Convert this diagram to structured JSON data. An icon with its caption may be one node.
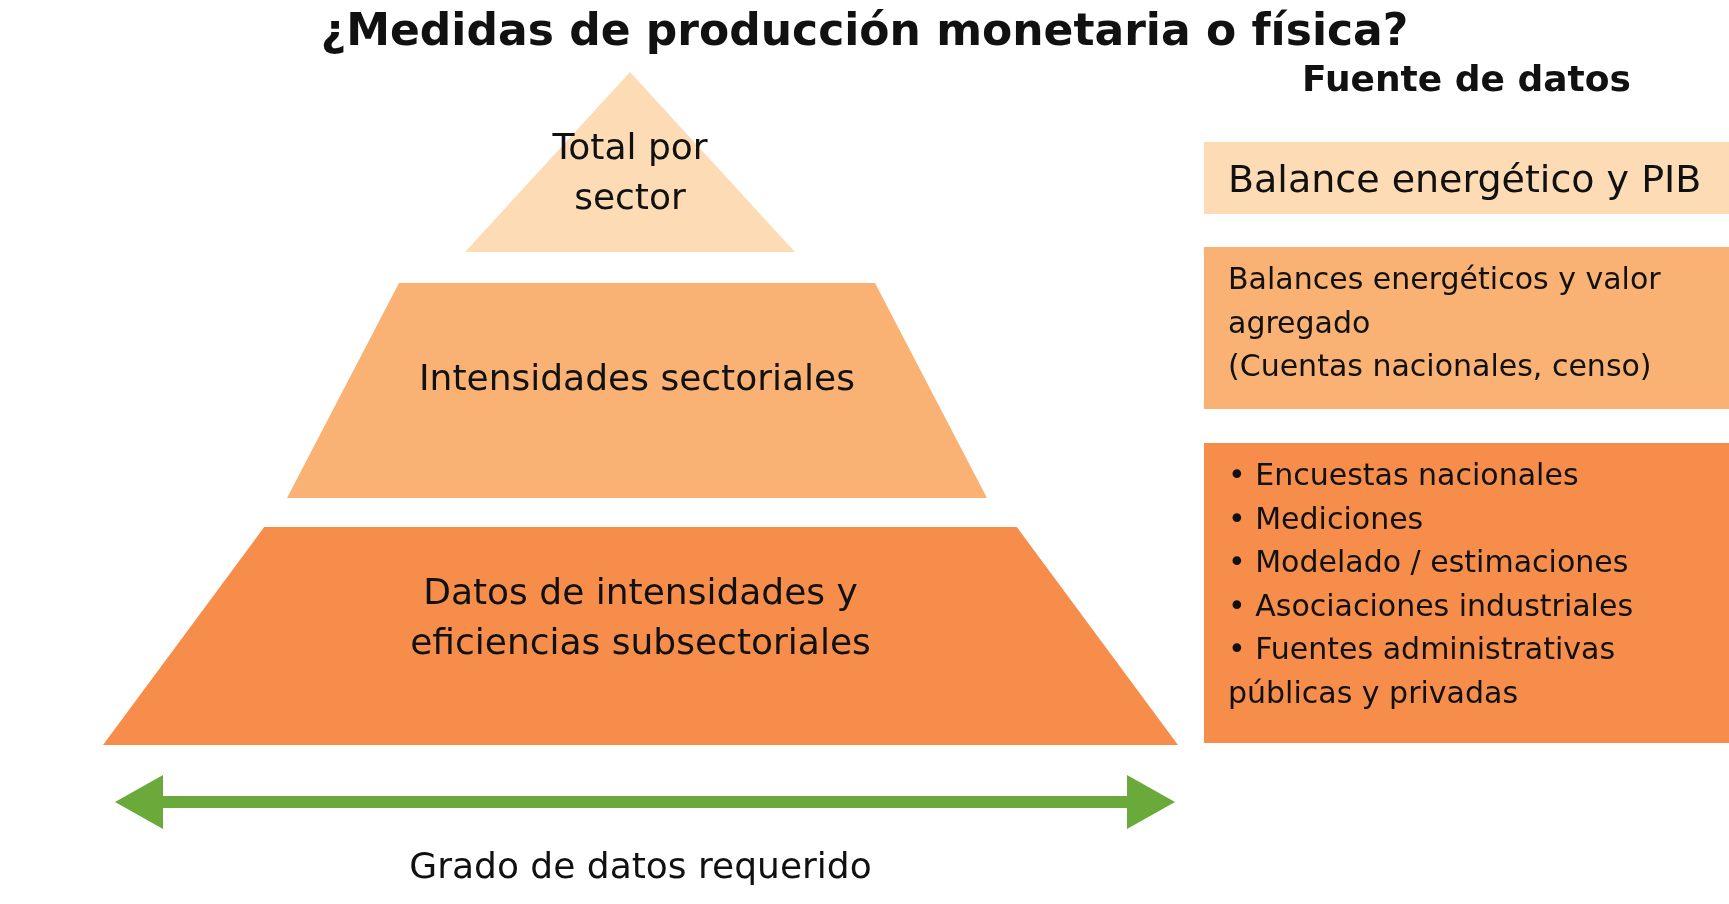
{
  "diagram": {
    "title": "¿Medidas de producción monetaria o física?",
    "nodes": [
      {
        "text": [
          "Total por sector"
        ]
      },
      {
        "text": [
          "Intensidades sectoriales"
        ]
      },
      {
        "text": [
          "Datos de intensidades y eficiencias subsectoriales"
        ]
      },
      {
        "text": [
          "Balance energético y PIB"
        ]
      },
      {
        "text": [
          "Balances energéticos y valor agregado",
          "(Cuentas nacionales, censo)"
        ]
      },
      {
        "text": [
          "• Encuestas nacionales",
          "• Mediciones",
          "• Modelado / estimaciones",
          "• Asociaciones industriales",
          "• Fuentes administrativas públicas y privadas"
        ]
      }
    ],
    "edges": [],
    "labels": [
      "Fuente de datos",
      "Grado de datos requerido"
    ]
  }
}
